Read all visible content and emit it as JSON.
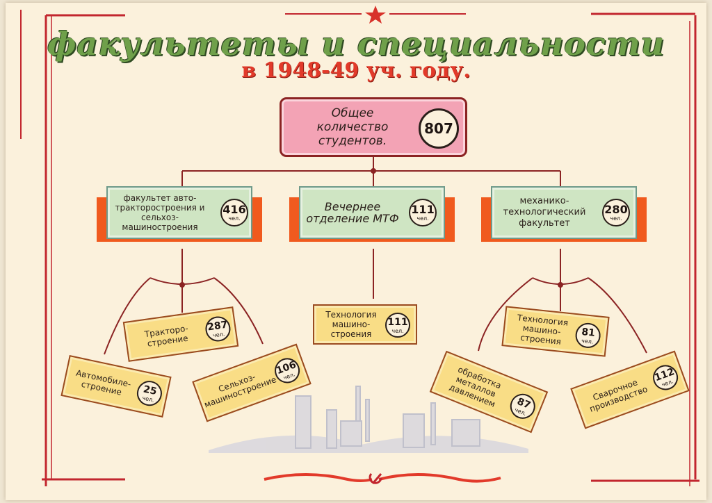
{
  "title": {
    "line1": "факультеты и специальности",
    "line2": "в 1948-49 уч. году."
  },
  "root": {
    "label": "Общее количество студентов.",
    "count": "807"
  },
  "unit": "чел.",
  "faculties": [
    {
      "label": "факультет авто-тракторостроения и сельхоз-машиностроения",
      "count": "416"
    },
    {
      "label": "Вечернее отделение МТФ",
      "count": "111"
    },
    {
      "label": "механико-технологический факультет",
      "count": "280"
    }
  ],
  "specialties": [
    {
      "label": "Тракторо-строение",
      "count": "287"
    },
    {
      "label": "Автомобиле-строение",
      "count": "25"
    },
    {
      "label": "Сельхоз-машиностроение",
      "count": "106"
    },
    {
      "label": "Технология машино-строения",
      "count": "111"
    },
    {
      "label": "Технология машино-строения",
      "count": "81"
    },
    {
      "label": "обработка металлов давлением",
      "count": "87"
    },
    {
      "label": "Сварочное производство",
      "count": "112"
    }
  ],
  "colors": {
    "frame": "#c2262e",
    "green_title": "#6fa04a",
    "red_title": "#e23a2a",
    "pink_box": "#f3a3b5",
    "green_box": "#cfe5c3",
    "orange_band": "#f05a1e",
    "yellow_box": "#f9dd86"
  }
}
